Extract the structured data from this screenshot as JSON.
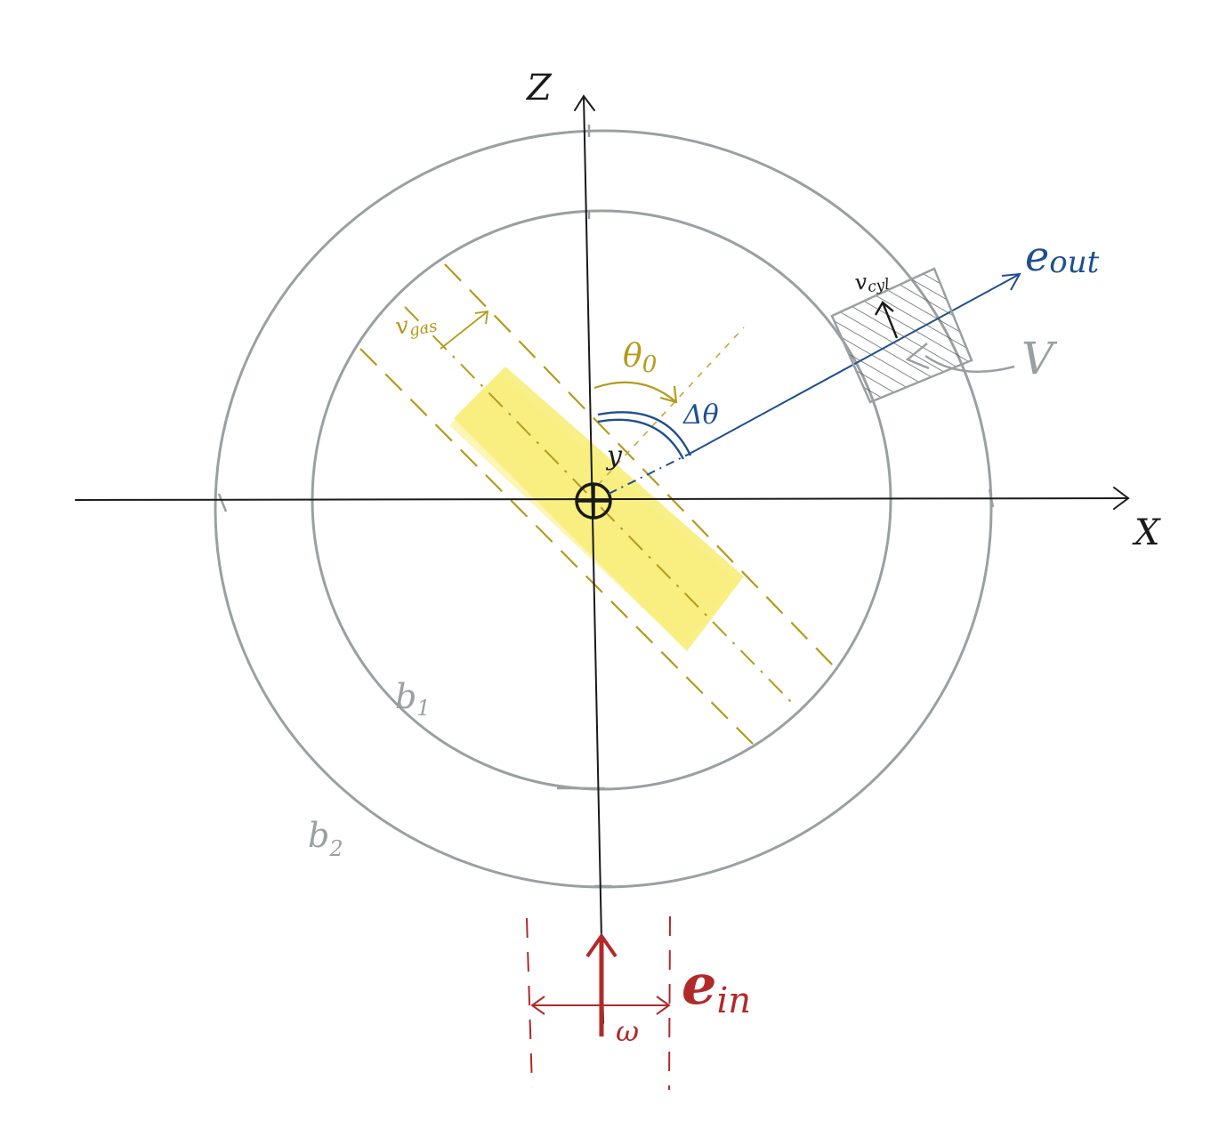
{
  "labels": {
    "z_axis": "Z",
    "x_axis": "X",
    "y_axis": "y",
    "e_out": "e",
    "e_out_sub": "out",
    "e_in": "e",
    "e_in_sub": "in",
    "theta0": "θ",
    "theta0_sub": "0",
    "delta_theta": "Δθ",
    "v_gas": "v",
    "v_gas_sub": "gas",
    "v_cyl": "v",
    "v_cyl_sub": "cyl",
    "V": "V",
    "b1": "b",
    "b1_sub": "1",
    "b2": "b",
    "b2_sub": "2",
    "omega": "ω"
  },
  "colors": {
    "ring": "#9aa0a2",
    "axis": "#1a1a1a",
    "gas": "#f7ee7a",
    "gold": "#b59a1c",
    "blue": "#1f4f8f",
    "red": "#b12a2a",
    "hatch": "#555555"
  }
}
